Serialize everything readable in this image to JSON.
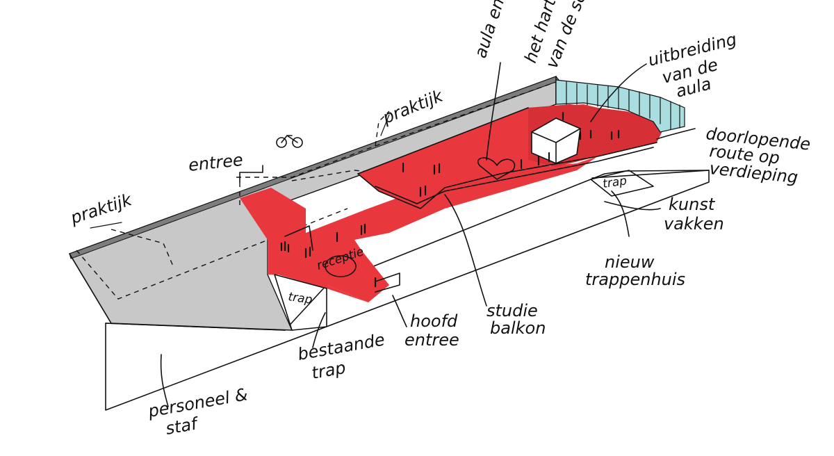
{
  "colors": {
    "circulation": "#e8383d",
    "wall": "#c8c8c8",
    "glass": "#a9dde0",
    "ink": "#111111",
    "paper": "#ffffff"
  },
  "labels": {
    "praktijk_left": "praktijk",
    "praktijk_top": "praktijk",
    "entree": "entree",
    "aula_hart_1": "aula en",
    "aula_hart_2": "het hart",
    "aula_hart_3": "van de school",
    "uitbreiding_1": "uitbreiding",
    "uitbreiding_2": "van de",
    "uitbreiding_3": "aula",
    "route_1": "doorlopende",
    "route_2": "route op",
    "route_3": "verdieping",
    "kunst_1": "kunst",
    "kunst_2": "vakken",
    "trappenhuis_1": "nieuw",
    "trappenhuis_2": "trappenhuis",
    "studie_1": "studie",
    "studie_2": "balkon",
    "hoofd_1": "hoofd",
    "hoofd_2": "entree",
    "bestaande_1": "bestaande",
    "bestaande_2": "trap",
    "personeel_1": "personeel &",
    "personeel_2": "staf",
    "receptie": "receptie",
    "trap_left": "trap",
    "trap_right": "trap"
  },
  "icons": [
    "bicycle-icon",
    "heart-icon",
    "people-figures-icon"
  ]
}
